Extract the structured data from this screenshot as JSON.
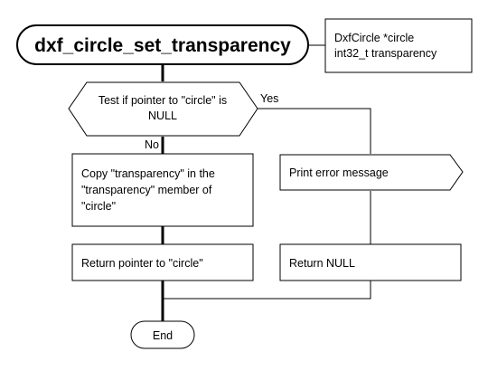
{
  "title": "dxf_circle_set_transparency",
  "params": {
    "line1": "DxfCircle *circle",
    "line2": "int32_t transparency"
  },
  "decision": {
    "line1": "Test if pointer to \"circle\" is",
    "line2": "NULL",
    "yes_label": "Yes",
    "no_label": "No"
  },
  "copy_box": {
    "line1": "Copy \"transparency\" in the",
    "line2": "\"transparency\" member of",
    "line3": "\"circle\""
  },
  "return_pointer": "Return pointer to \"circle\"",
  "print_error": "Print error message",
  "return_null": "Return NULL",
  "end_label": "End",
  "colors": {
    "stroke": "#000000",
    "fill": "#ffffff",
    "text": "#000000"
  }
}
